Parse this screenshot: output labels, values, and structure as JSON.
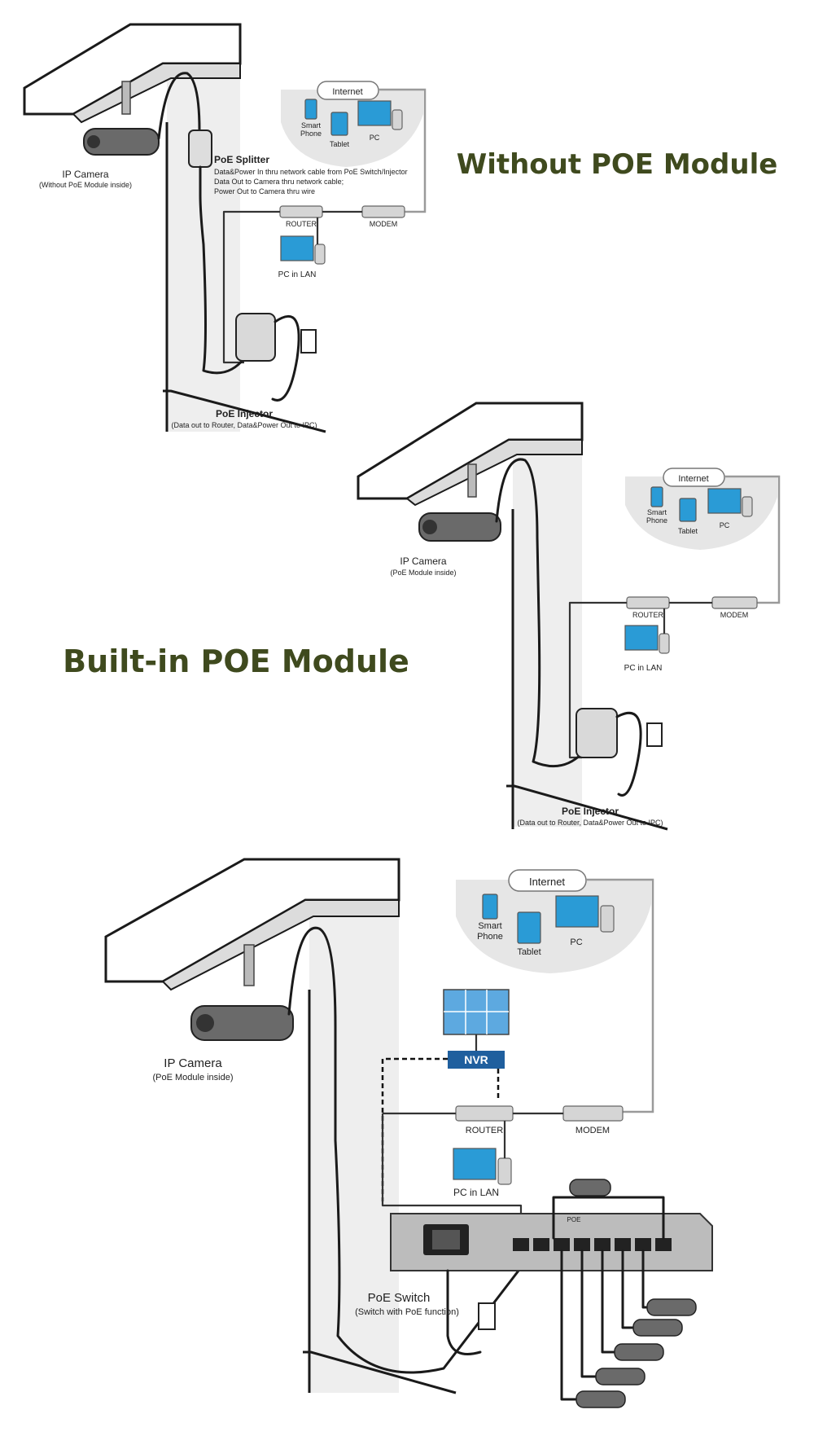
{
  "headings": {
    "without": "Without POE Module",
    "builtin": "Built-in POE Module"
  },
  "panel1": {
    "camera_title": "IP Camera",
    "camera_sub": "(Without PoE Module inside)",
    "splitter_title": "PoE Splitter",
    "splitter_lines": [
      "Data&Power In thru network cable from PoE Switch/Injector",
      "Data Out to Camera thru network cable;",
      "Power Out  to Camera thru wire"
    ],
    "internet": "Internet",
    "smartphone_l1": "Smart",
    "smartphone_l2": "Phone",
    "tablet": "Tablet",
    "pc": "PC",
    "router": "ROUTER",
    "modem": "MODEM",
    "pc_lan": "PC in LAN",
    "injector_title": "PoE Injector",
    "injector_sub": "(Data out to Router, Data&Power Out to IPC)"
  },
  "panel2": {
    "camera_title": "IP Camera",
    "camera_sub": "(PoE Module inside)",
    "internet": "Internet",
    "smartphone_l1": "Smart",
    "smartphone_l2": "Phone",
    "tablet": "Tablet",
    "pc": "PC",
    "router": "ROUTER",
    "modem": "MODEM",
    "pc_lan": "PC in LAN",
    "injector_title": "PoE Injector",
    "injector_sub": "(Data out to Router, Data&Power Out to IPC)"
  },
  "panel3": {
    "camera_title": "IP Camera",
    "camera_sub": "(PoE Module inside)",
    "internet": "Internet",
    "smartphone_l1": "Smart",
    "smartphone_l2": "Phone",
    "tablet": "Tablet",
    "pc": "PC",
    "nvr": "NVR",
    "router": "ROUTER",
    "modem": "MODEM",
    "pc_lan": "PC in LAN",
    "switch_title": "PoE Switch",
    "switch_sub": "(Switch with PoE function)",
    "poe_strip": "POE"
  },
  "colors": {
    "heading": "#3f4a1e",
    "screen": "#2a9bd6",
    "nvr_badge": "#1f5f9e"
  }
}
